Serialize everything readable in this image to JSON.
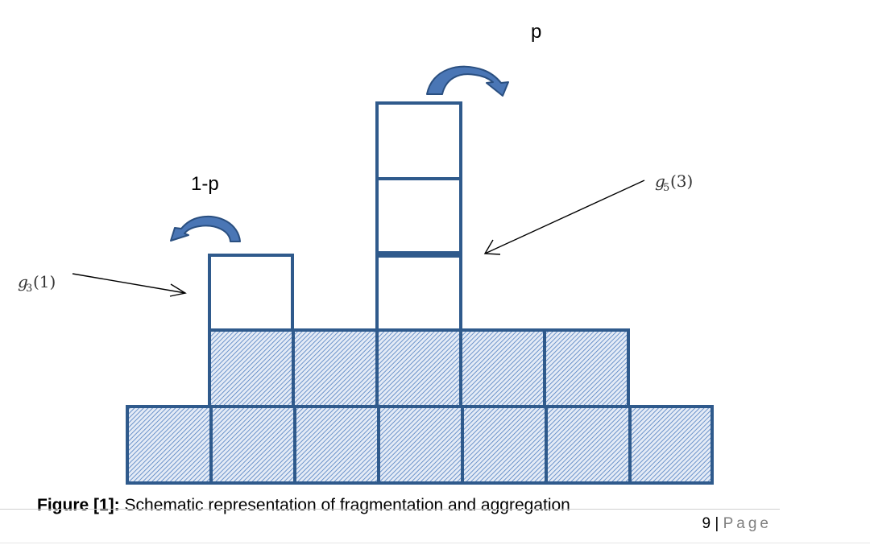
{
  "labels": {
    "p": "p",
    "one_minus_p": "1-p",
    "g3_base": "g",
    "g3_sub": "3",
    "g3_arg": "(1)",
    "g5_base": "g",
    "g5_sub": "5",
    "g5_arg": "(3)"
  },
  "caption": {
    "bold": "Figure [1]:",
    "text": " Schematic representation of fragmentation and aggregation"
  },
  "footer": {
    "page_number": "9",
    "separator": " | ",
    "page_word": "Page"
  },
  "colors": {
    "block_stroke": "#2f5a8c",
    "hatch": "#4f7ec0",
    "hatch_bg": "#e4ebf6",
    "arrow_fill": "#4a76b5",
    "arrow_stroke": "#2a4f80"
  }
}
